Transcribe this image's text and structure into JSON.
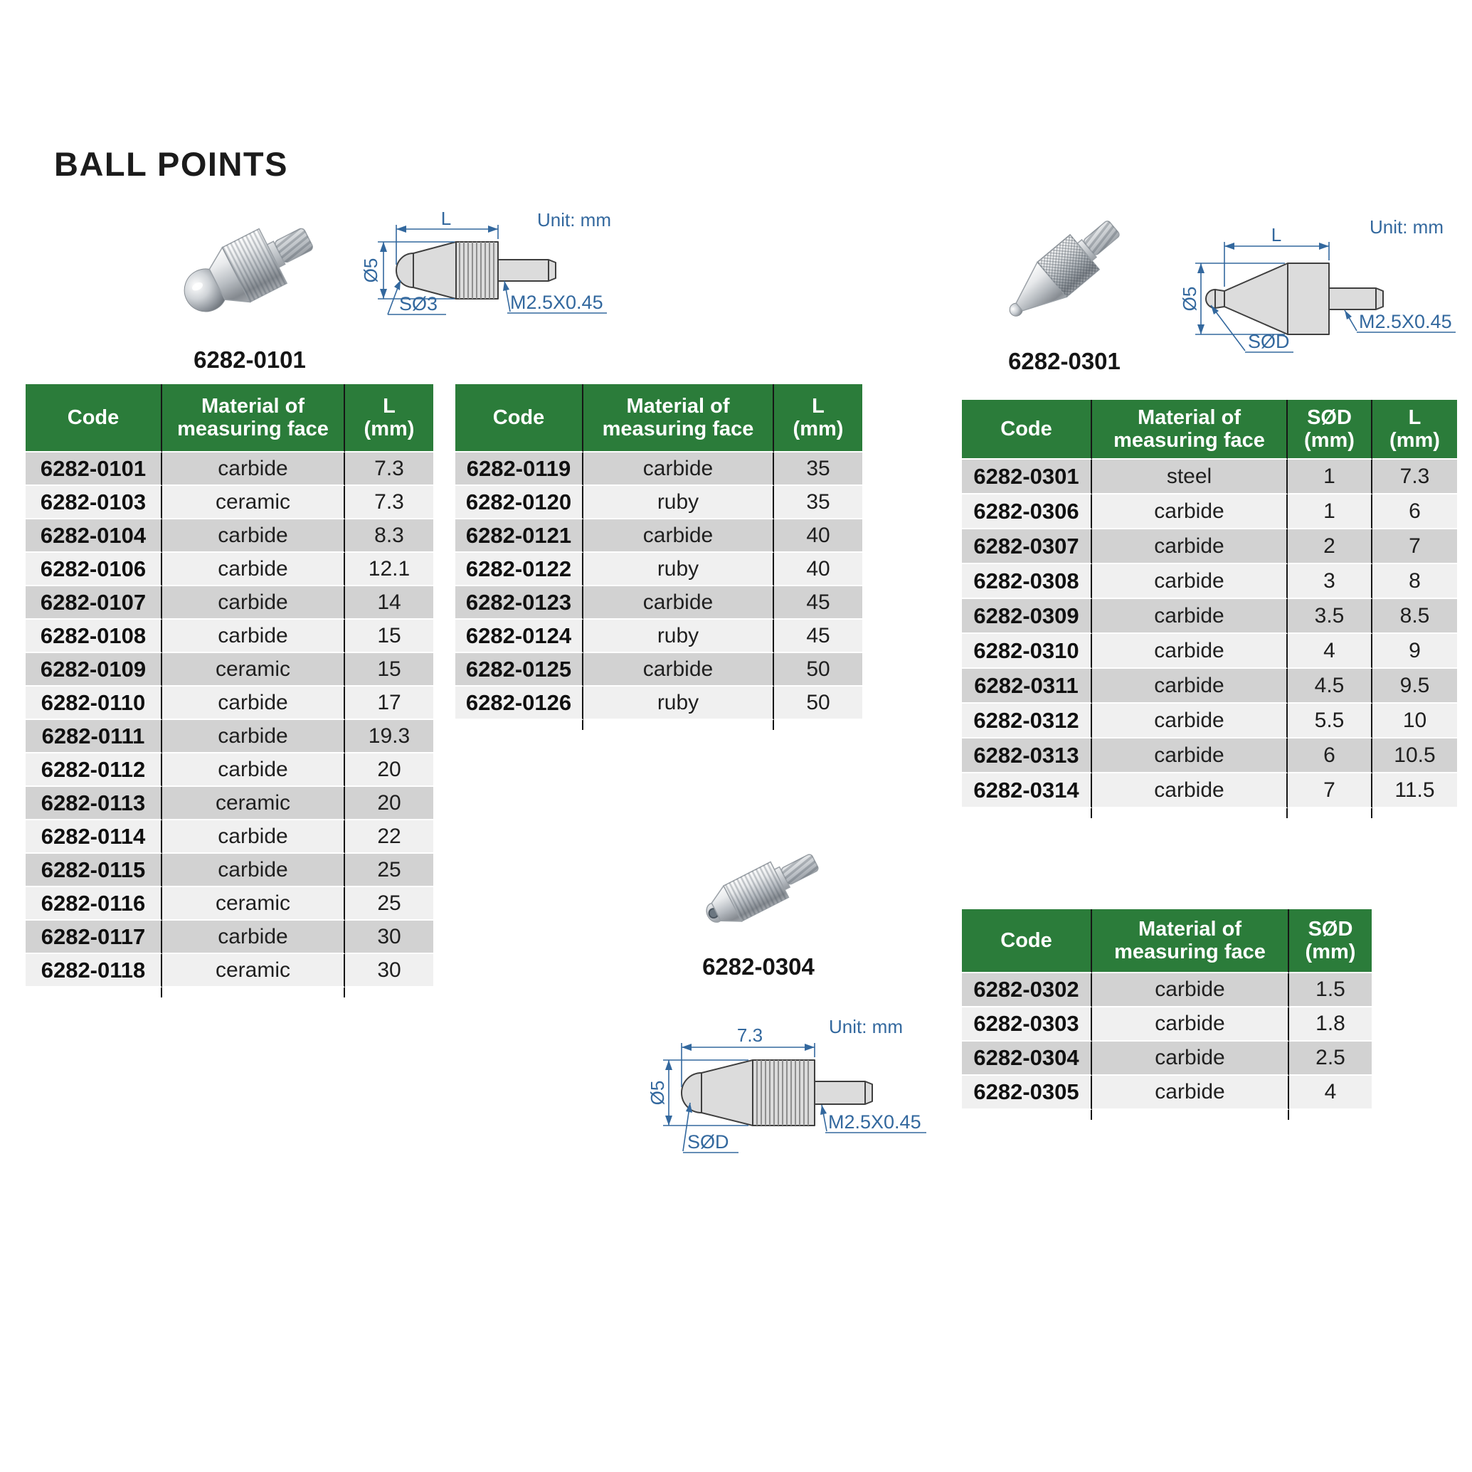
{
  "page": {
    "title": "BALL POINTS"
  },
  "colors": {
    "header_green": "#2b7c3a",
    "row_dark": "#d2d2d2",
    "row_light": "#f0f0f0",
    "drawing_blue": "#33689e",
    "line_dark": "#161616"
  },
  "figures": {
    "fig1": {
      "code": "6282-0101",
      "dim_length": "L",
      "dim_diameter": "Ø5",
      "dim_sphere": "SØ3",
      "dim_thread": "M2.5X0.45",
      "unit": "Unit: mm"
    },
    "fig2": {
      "code": "6282-0301",
      "dim_length": "L",
      "dim_diameter": "Ø5",
      "dim_sphere": "SØD",
      "dim_thread": "M2.5X0.45",
      "unit": "Unit: mm"
    },
    "fig3": {
      "code": "6282-0304",
      "dim_length": "7.3",
      "dim_diameter": "Ø5",
      "dim_sphere": "SØD",
      "dim_thread": "M2.5X0.45",
      "unit": "Unit: mm"
    }
  },
  "tables": [
    {
      "name": "series-0101-left",
      "headers": [
        "Code",
        "Material of\nmeasuring face",
        "L\n(mm)"
      ],
      "rows": [
        [
          "6282-0101",
          "carbide",
          "7.3"
        ],
        [
          "6282-0103",
          "ceramic",
          "7.3"
        ],
        [
          "6282-0104",
          "carbide",
          "8.3"
        ],
        [
          "6282-0106",
          "carbide",
          "12.1"
        ],
        [
          "6282-0107",
          "carbide",
          "14"
        ],
        [
          "6282-0108",
          "carbide",
          "15"
        ],
        [
          "6282-0109",
          "ceramic",
          "15"
        ],
        [
          "6282-0110",
          "carbide",
          "17"
        ],
        [
          "6282-0111",
          "carbide",
          "19.3"
        ],
        [
          "6282-0112",
          "carbide",
          "20"
        ],
        [
          "6282-0113",
          "ceramic",
          "20"
        ],
        [
          "6282-0114",
          "carbide",
          "22"
        ],
        [
          "6282-0115",
          "carbide",
          "25"
        ],
        [
          "6282-0116",
          "ceramic",
          "25"
        ],
        [
          "6282-0117",
          "carbide",
          "30"
        ],
        [
          "6282-0118",
          "ceramic",
          "30"
        ]
      ]
    },
    {
      "name": "series-0101-right",
      "headers": [
        "Code",
        "Material of\nmeasuring face",
        "L\n(mm)"
      ],
      "rows": [
        [
          "6282-0119",
          "carbide",
          "35"
        ],
        [
          "6282-0120",
          "ruby",
          "35"
        ],
        [
          "6282-0121",
          "carbide",
          "40"
        ],
        [
          "6282-0122",
          "ruby",
          "40"
        ],
        [
          "6282-0123",
          "carbide",
          "45"
        ],
        [
          "6282-0124",
          "ruby",
          "45"
        ],
        [
          "6282-0125",
          "carbide",
          "50"
        ],
        [
          "6282-0126",
          "ruby",
          "50"
        ]
      ]
    },
    {
      "name": "series-0301",
      "headers": [
        "Code",
        "Material of\nmeasuring face",
        "SØD\n(mm)",
        "L\n(mm)"
      ],
      "rows": [
        [
          "6282-0301",
          "steel",
          "1",
          "7.3"
        ],
        [
          "6282-0306",
          "carbide",
          "1",
          "6"
        ],
        [
          "6282-0307",
          "carbide",
          "2",
          "7"
        ],
        [
          "6282-0308",
          "carbide",
          "3",
          "8"
        ],
        [
          "6282-0309",
          "carbide",
          "3.5",
          "8.5"
        ],
        [
          "6282-0310",
          "carbide",
          "4",
          "9"
        ],
        [
          "6282-0311",
          "carbide",
          "4.5",
          "9.5"
        ],
        [
          "6282-0312",
          "carbide",
          "5.5",
          "10"
        ],
        [
          "6282-0313",
          "carbide",
          "6",
          "10.5"
        ],
        [
          "6282-0314",
          "carbide",
          "7",
          "11.5"
        ]
      ]
    },
    {
      "name": "series-0302",
      "headers": [
        "Code",
        "Material of\nmeasuring face",
        "SØD\n(mm)"
      ],
      "rows": [
        [
          "6282-0302",
          "carbide",
          "1.5"
        ],
        [
          "6282-0303",
          "carbide",
          "1.8"
        ],
        [
          "6282-0304",
          "carbide",
          "2.5"
        ],
        [
          "6282-0305",
          "carbide",
          "4"
        ]
      ]
    }
  ]
}
